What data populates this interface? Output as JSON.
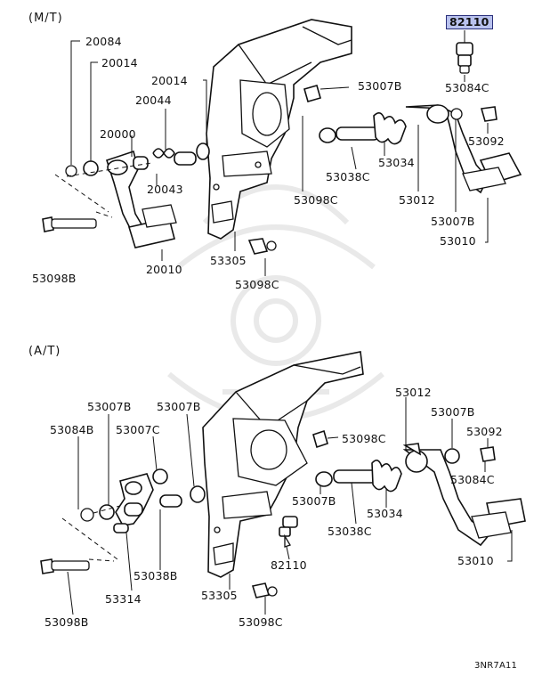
{
  "sections": {
    "manual": "(M/T)",
    "automatic": "(A/T)"
  },
  "highlighted_part": "82110",
  "drawing_code": "3NR7A11",
  "mt_labels": {
    "p20084": "20084",
    "p20014a": "20014",
    "p20014b": "20014",
    "p20044": "20044",
    "p20000": "20000",
    "p20043": "20043",
    "p53098b": "53098B",
    "p20010": "20010",
    "p53305": "53305",
    "p53098c_a": "53098C",
    "p53098c_b": "53098C",
    "p53007b_a": "53007B",
    "p53034": "53034",
    "p53038c": "53038C",
    "p53084c": "53084C",
    "p53092": "53092",
    "p53012": "53012",
    "p53007b_b": "53007B",
    "p53010": "53010"
  },
  "at_labels": {
    "p53007b_a": "53007B",
    "p53007b_b": "53007B",
    "p53084b": "53084B",
    "p53007c": "53007C",
    "p53098c_a": "53098C",
    "p53012": "53012",
    "p53007b_c": "53007B",
    "p53092": "53092",
    "p53007b_d": "53007B",
    "p53034": "53034",
    "p53038c": "53038C",
    "p53084c": "53084C",
    "p82110": "82110",
    "p53010": "53010",
    "p53038b": "53038B",
    "p53314": "53314",
    "p53098b": "53098B",
    "p53305": "53305",
    "p53098c_b": "53098C"
  }
}
